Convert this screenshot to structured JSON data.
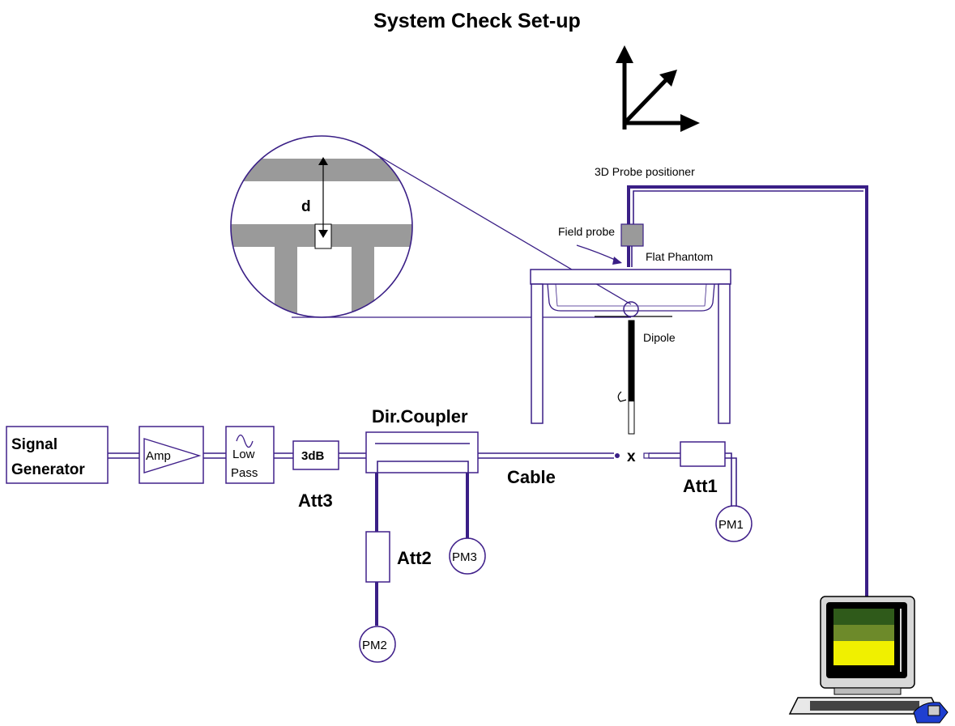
{
  "title": "System Check Set-up",
  "labels": {
    "signal_generator_line1": "Signal",
    "signal_generator_line2": "Generator",
    "amp": "Amp",
    "low_pass_line1": "Low",
    "low_pass_line2": "Pass",
    "att_3db": "3dB",
    "att3": "Att3",
    "dir_coupler": "Dir.Coupler",
    "cable": "Cable",
    "connector_x": "x",
    "att1": "Att1",
    "pm1": "PM1",
    "att2": "Att2",
    "pm2": "PM2",
    "pm3": "PM3",
    "probe_positioner": "3D Probe positioner",
    "field_probe": "Field probe",
    "flat_phantom": "Flat Phantom",
    "dipole": "Dipole",
    "distance_d": "d"
  },
  "colors": {
    "wire": "#3a1f86",
    "box_border": "#40208a",
    "phantom_gray": "#9a9a9a",
    "screen_green_dark": "#2f5a1a",
    "screen_green_mid": "#6d8a2a",
    "screen_yellow": "#f0f000",
    "mouse_blue": "#1f3fd0"
  }
}
